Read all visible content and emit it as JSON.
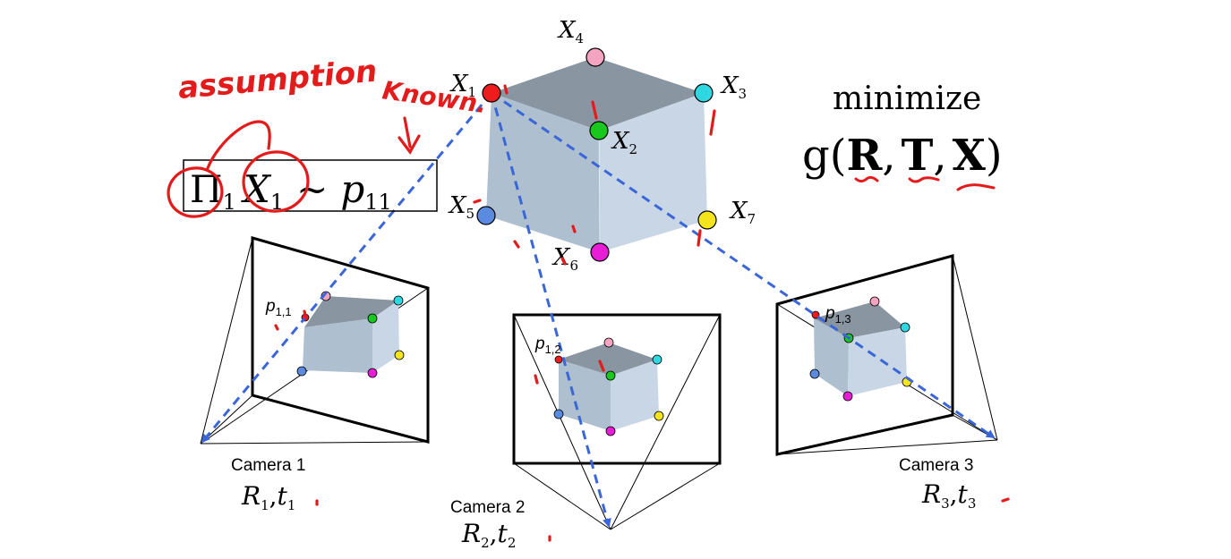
{
  "objective": {
    "minimize_label": "minimize",
    "function_name": "g",
    "args": [
      "R",
      "T",
      "X"
    ],
    "separator": ","
  },
  "equation": {
    "projection": "Π",
    "projection_sub": "1",
    "point": "X",
    "point_sub": "1",
    "relation": "∼",
    "image_point": "p",
    "image_sub": "11"
  },
  "annotations": {
    "assumption": "assumption",
    "known": "Known."
  },
  "points": [
    {
      "name": "X",
      "sub": "1",
      "color": "#ee1c1c"
    },
    {
      "name": "X",
      "sub": "2",
      "color": "#19c81c"
    },
    {
      "name": "X",
      "sub": "3",
      "color": "#2fd8e0"
    },
    {
      "name": "X",
      "sub": "4",
      "color": "#f4a3c0"
    },
    {
      "name": "X",
      "sub": "5",
      "color": "#5b8be0"
    },
    {
      "name": "X",
      "sub": "6",
      "color": "#e81ed6"
    },
    {
      "name": "X",
      "sub": "7",
      "color": "#f4e41c"
    }
  ],
  "cameras": [
    {
      "label": "Camera 1",
      "R": "R",
      "R_sub": "1",
      "t": "t",
      "t_sub": "1",
      "image_point": "p",
      "image_sub": "1,1"
    },
    {
      "label": "Camera 2",
      "R": "R",
      "R_sub": "2",
      "t": "t",
      "t_sub": "2",
      "image_point": "p",
      "image_sub": "1,2"
    },
    {
      "label": "Camera 3",
      "R": "R",
      "R_sub": "3",
      "t": "t",
      "t_sub": "3",
      "image_point": "p",
      "image_sub": "1,3"
    }
  ],
  "colors": {
    "cube_top": "#8a95a2",
    "cube_left": "#aebfd0",
    "cube_right": "#c8d6e6",
    "ray": "#3a66d8",
    "ink": "#e31b1b"
  }
}
